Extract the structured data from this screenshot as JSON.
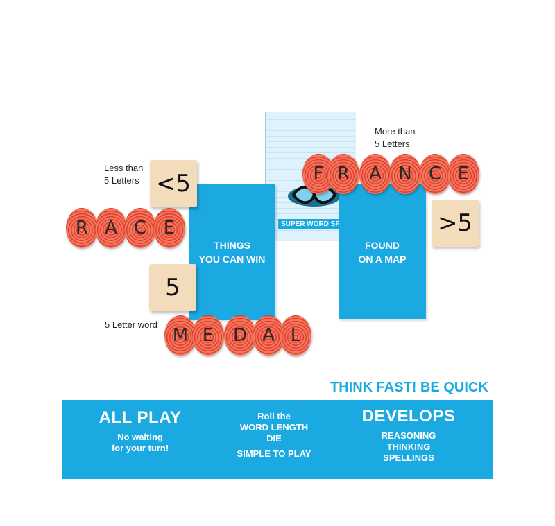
{
  "labels": {
    "less_than": "Less than",
    "less_than_2": "5 Letters",
    "more_than": "More than",
    "more_than_2": "5 Letters",
    "five_word": "5 Letter word"
  },
  "dice": {
    "less": "<5",
    "more": ">5",
    "five": "5"
  },
  "cards": {
    "left_line1": "THINGS",
    "left_line2": "YOU CAN WIN",
    "right_line1": "FOUND",
    "right_line2": "ON A MAP",
    "deck_text": "SUPER WORD SP"
  },
  "words": {
    "race": [
      "R",
      "A",
      "C",
      "E"
    ],
    "france": [
      "F",
      "R",
      "A",
      "N",
      "C",
      "E"
    ],
    "medal": [
      "M",
      "E",
      "D",
      "A",
      "L"
    ]
  },
  "tagline": "THINK FAST! BE QUICK",
  "banner": {
    "col1_title": "ALL PLAY",
    "col1_line1": "No waiting",
    "col1_line2": "for your turn!",
    "col2_line1": "Roll the",
    "col2_line2": "WORD LENGTH",
    "col2_line3": "DIE",
    "col2_line4": "SIMPLE TO PLAY",
    "col3_title": "DEVELOPS",
    "col3_line1": "REASONING",
    "col3_line2": "THINKING",
    "col3_line3": "SPELLINGS"
  },
  "colors": {
    "brand_blue": "#1aa9e1",
    "token_red": "#e63a2e",
    "dice_tan": "#f3dcbc"
  }
}
